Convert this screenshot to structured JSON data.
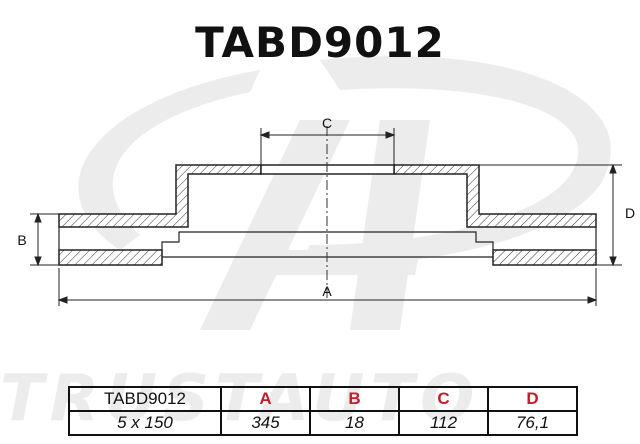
{
  "title": "TABD9012",
  "watermark": {
    "brand": "TRUSTAUTO",
    "color": "#ececec"
  },
  "dimensions": {
    "a": "A",
    "b": "B",
    "c": "C",
    "d": "D"
  },
  "table": {
    "part_number": "TABD9012",
    "bolt_pattern": "5 x 150",
    "headers": [
      "A",
      "B",
      "C",
      "D"
    ],
    "values": [
      "345",
      "18",
      "112",
      "76,1"
    ],
    "header_color": "#c0202a"
  }
}
